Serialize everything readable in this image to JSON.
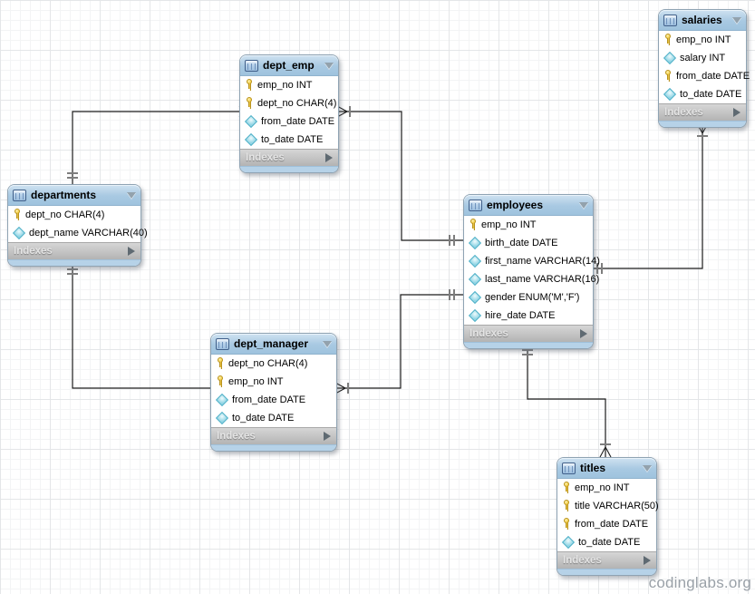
{
  "diagram": {
    "watermark": "codinglabs.org",
    "header_color": "#a8c9e2",
    "indexes_color": "#b3b3b3",
    "footer_color": "#b6d2e8",
    "pk_icon_color": "#f4cf4a",
    "column_icon_color": "#8ed4e4"
  },
  "tables": [
    {
      "title": "salaries",
      "indexes_label": "Indexes",
      "columns": [
        {
          "text": "emp_no INT",
          "pk": true
        },
        {
          "text": "salary INT",
          "pk": false
        },
        {
          "text": "from_date DATE",
          "pk": true
        },
        {
          "text": "to_date DATE",
          "pk": false
        }
      ]
    },
    {
      "title": "dept_emp",
      "indexes_label": "Indexes",
      "columns": [
        {
          "text": "emp_no INT",
          "pk": true
        },
        {
          "text": "dept_no CHAR(4)",
          "pk": true
        },
        {
          "text": "from_date DATE",
          "pk": false
        },
        {
          "text": "to_date DATE",
          "pk": false
        }
      ]
    },
    {
      "title": "departments",
      "indexes_label": "Indexes",
      "columns": [
        {
          "text": "dept_no CHAR(4)",
          "pk": true
        },
        {
          "text": "dept_name VARCHAR(40)",
          "pk": false
        }
      ]
    },
    {
      "title": "employees",
      "indexes_label": "Indexes",
      "columns": [
        {
          "text": "emp_no INT",
          "pk": true
        },
        {
          "text": "birth_date DATE",
          "pk": false
        },
        {
          "text": "first_name VARCHAR(14)",
          "pk": false
        },
        {
          "text": "last_name VARCHAR(16)",
          "pk": false
        },
        {
          "text": "gender ENUM('M','F')",
          "pk": false
        },
        {
          "text": "hire_date DATE",
          "pk": false
        }
      ]
    },
    {
      "title": "dept_manager",
      "indexes_label": "Indexes",
      "columns": [
        {
          "text": "dept_no CHAR(4)",
          "pk": true
        },
        {
          "text": "emp_no INT",
          "pk": true
        },
        {
          "text": "from_date DATE",
          "pk": false
        },
        {
          "text": "to_date DATE",
          "pk": false
        }
      ]
    },
    {
      "title": "titles",
      "indexes_label": "Indexes",
      "columns": [
        {
          "text": "emp_no INT",
          "pk": true
        },
        {
          "text": "title VARCHAR(50)",
          "pk": true
        },
        {
          "text": "from_date DATE",
          "pk": true
        },
        {
          "text": "to_date DATE",
          "pk": false
        }
      ]
    }
  ],
  "relationships": [
    {
      "one_side": "departments",
      "many_side": "dept_emp"
    },
    {
      "one_side": "departments",
      "many_side": "dept_manager"
    },
    {
      "one_side": "employees",
      "many_side": "dept_emp"
    },
    {
      "one_side": "employees",
      "many_side": "dept_manager"
    },
    {
      "one_side": "employees",
      "many_side": "salaries"
    },
    {
      "one_side": "employees",
      "many_side": "titles"
    }
  ]
}
